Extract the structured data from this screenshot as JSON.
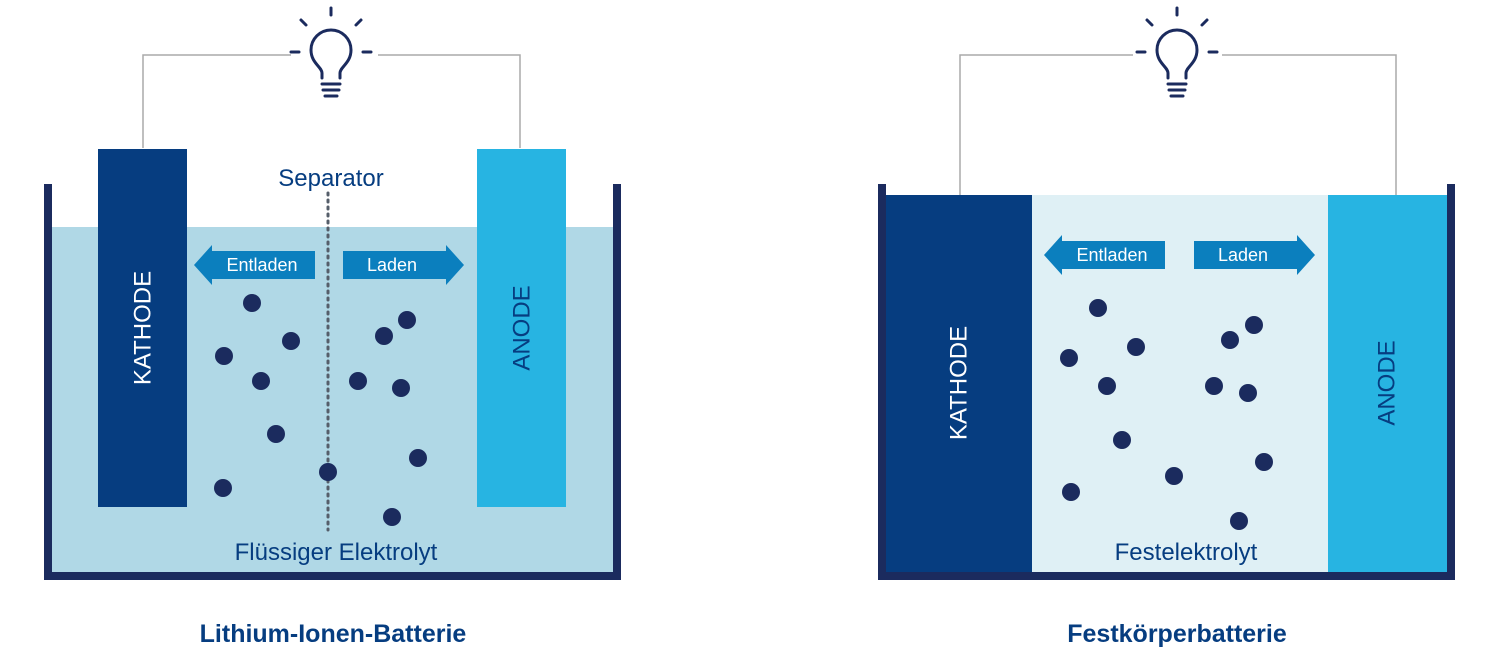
{
  "colors": {
    "frame": "#1b2b5e",
    "cathode": "#063d80",
    "anode": "#27b4e2",
    "liquid_electrolyte": "#b0d8e6",
    "solid_electrolyte": "#dff0f5",
    "arrow": "#0b7fbe",
    "ion": "#1b2b5e",
    "wire": "#aaaaaa",
    "bulb": "#1b2b5e",
    "text": "#063d80"
  },
  "icons": {
    "bulb": "light-bulb-icon"
  },
  "left_battery": {
    "title": "Lithium-Ionen-Batterie",
    "separator_label": "Separator",
    "cathode_label": "KATHODE",
    "anode_label": "ANODE",
    "discharge_label": "Entladen",
    "charge_label": "Laden",
    "electrolyte_label": "Flüssiger Elektrolyt"
  },
  "right_battery": {
    "title": "Festkörperbatterie",
    "cathode_label": "KATHODE",
    "anode_label": "ANODE",
    "discharge_label": "Entladen",
    "charge_label": "Laden",
    "electrolyte_label": "Festelektrolyt"
  }
}
